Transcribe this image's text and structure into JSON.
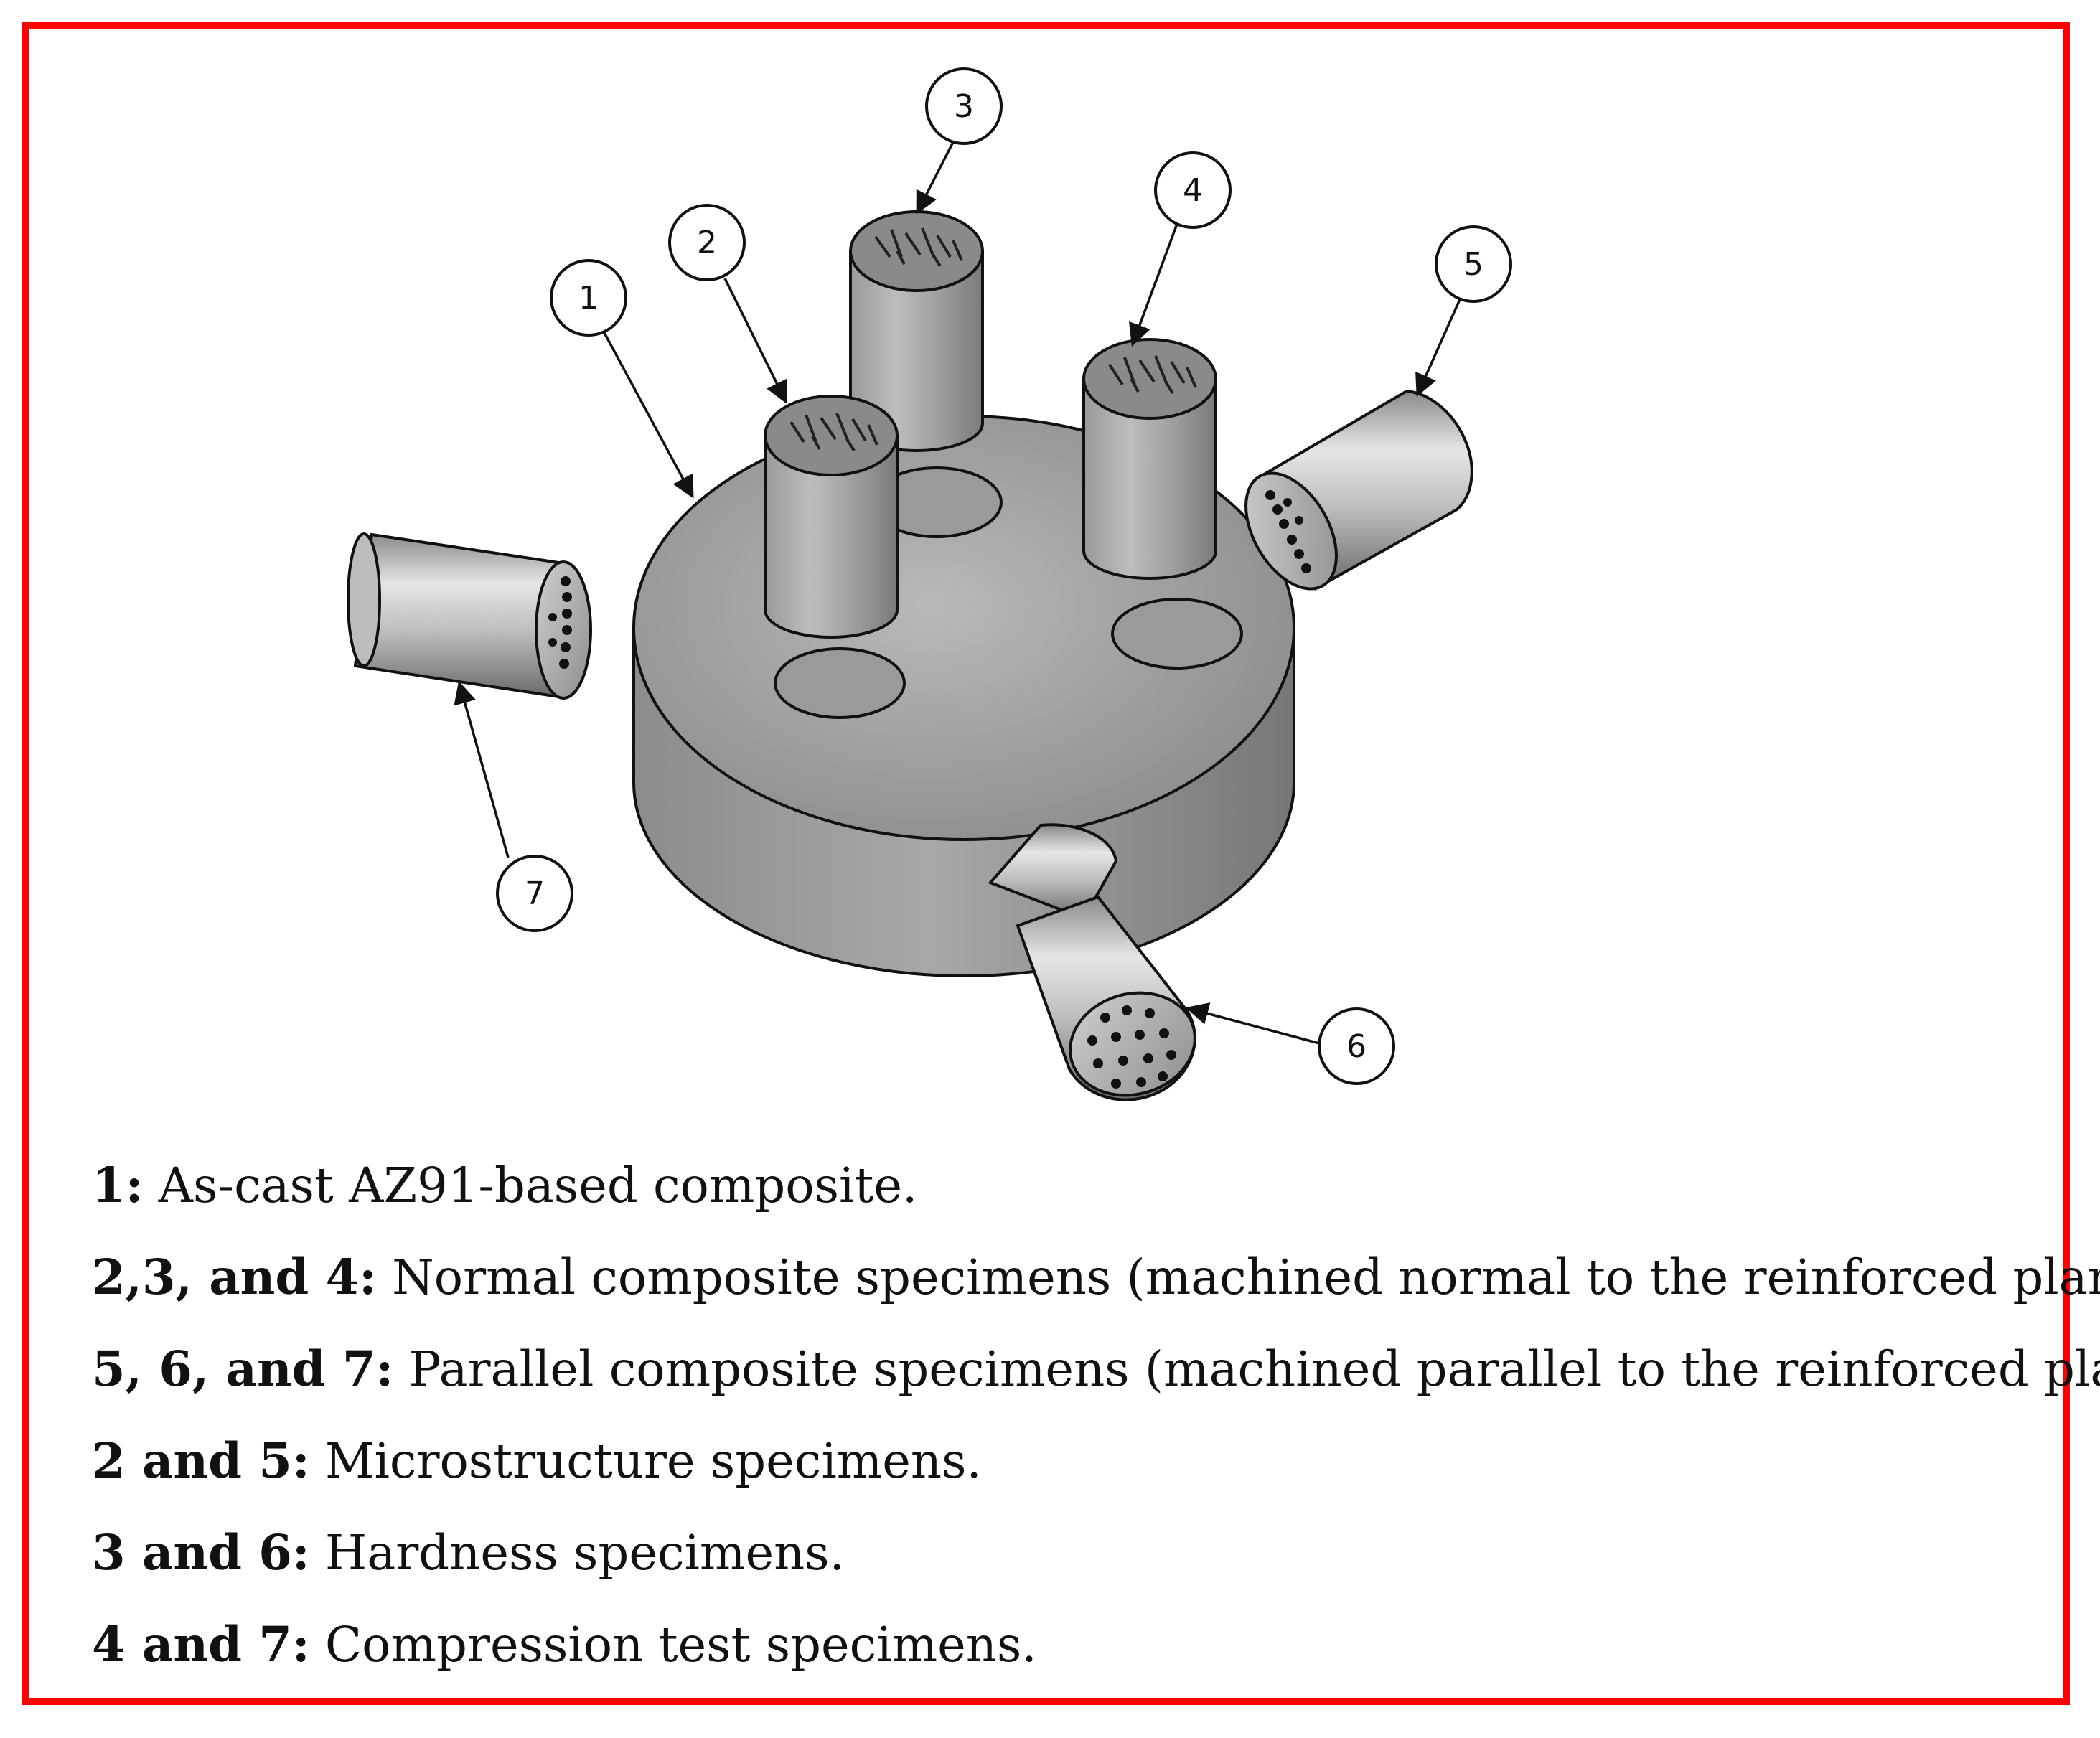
{
  "colors": {
    "frame": "#ff0000",
    "metal_light": "#d9d9d9",
    "metal_dark": "#6e6e6e",
    "outline": "#111111"
  },
  "diagram": {
    "callouts": [
      {
        "id": "1",
        "label": "1"
      },
      {
        "id": "2",
        "label": "2"
      },
      {
        "id": "3",
        "label": "3"
      },
      {
        "id": "4",
        "label": "4"
      },
      {
        "id": "5",
        "label": "5"
      },
      {
        "id": "6",
        "label": "6"
      },
      {
        "id": "7",
        "label": "7"
      }
    ]
  },
  "legend": [
    {
      "key": "1:",
      "text": " As-cast AZ91-based composite."
    },
    {
      "key": "2,3, and 4:",
      "text": " Normal composite specimens (machined normal to the reinforced plane)."
    },
    {
      "key": "5, 6, and 7:",
      "text": " Parallel composite specimens (machined parallel to the reinforced plan)."
    },
    {
      "key": "2 and 5:",
      "text": " Microstructure specimens."
    },
    {
      "key": "3 and 6:",
      "text": " Hardness specimens."
    },
    {
      "key": "4 and 7:",
      "text": " Compression test specimens."
    }
  ]
}
